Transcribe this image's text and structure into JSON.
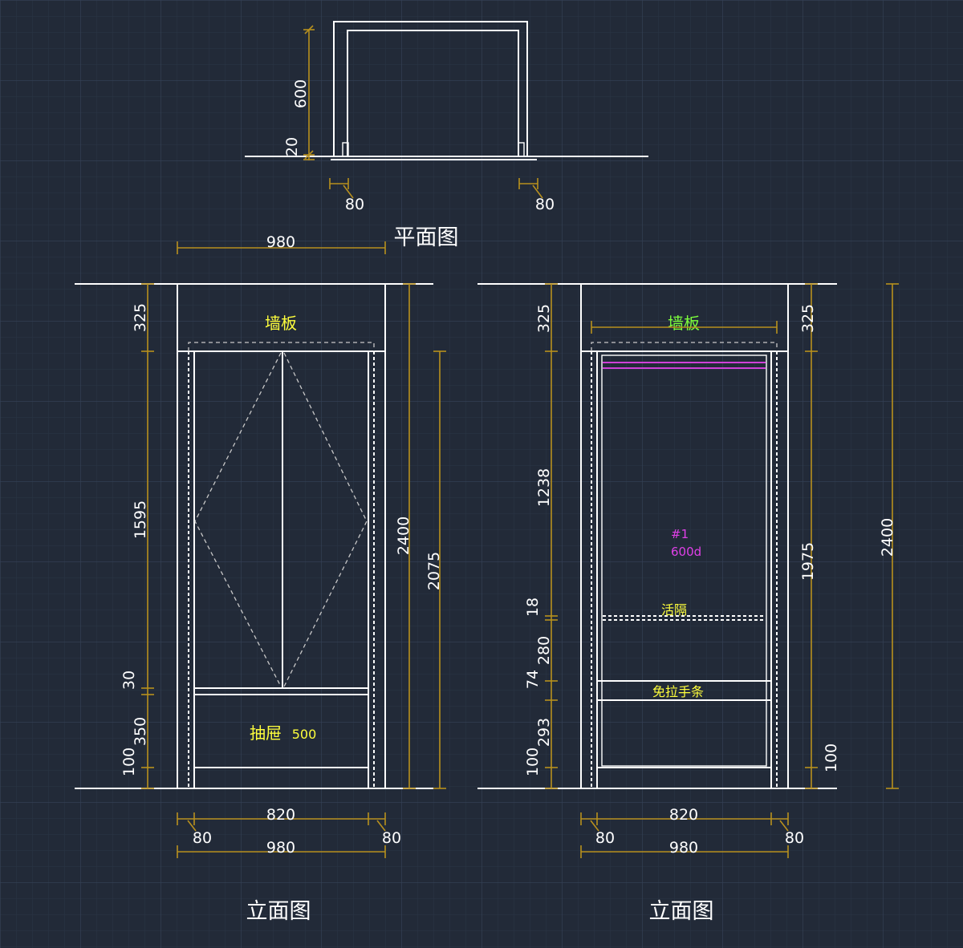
{
  "titles": {
    "plan": "平面图",
    "elevation_left": "立面图",
    "elevation_right": "立面图"
  },
  "plan": {
    "dim_depth": "600",
    "dim_gap": "20",
    "dim_side_left": "80",
    "dim_side_right": "80"
  },
  "left_elevation": {
    "dim_top_width": "980",
    "dim_top": "325",
    "dim_door": "1595",
    "dim_rail": "30",
    "dim_drawer": "350",
    "dim_base": "100",
    "dim_total": "2400",
    "dim_cabinet": "2075",
    "label_wall_panel": "墙板",
    "label_drawer": "抽屉",
    "label_drawer_size": "500",
    "dim_inner_width": "820",
    "dim_side_left": "80",
    "dim_side_right": "80",
    "dim_bottom_width": "980"
  },
  "right_elevation": {
    "dim_top": "325",
    "dim_upper": "1238",
    "dim_shelf": "18",
    "dim_mid": "280",
    "dim_handle": "74",
    "dim_lower": "293",
    "dim_base": "100",
    "dim_top_right": "325",
    "dim_cabinet": "1975",
    "dim_base_right": "100",
    "dim_total": "2400",
    "label_wall_panel": "墙板",
    "label_rod": "#1",
    "label_rod_depth": "600d",
    "label_shelf": "活隔",
    "label_handle": "免拉手条",
    "dim_inner_width": "820",
    "dim_side_left": "80",
    "dim_side_right": "80",
    "dim_bottom_width": "980"
  },
  "colors": {
    "background": "#222a38",
    "grid": "#2f3a4c",
    "line": "#ffffff",
    "dimension": "#b8901e",
    "label_yellow": "#ffff3c",
    "label_green": "#7dff3c",
    "label_magenta": "#e040e8"
  }
}
